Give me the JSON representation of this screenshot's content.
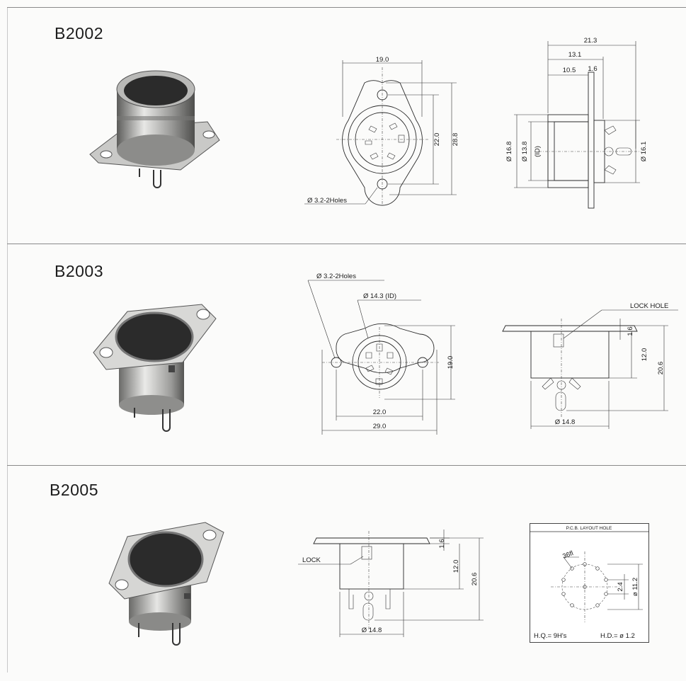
{
  "sections": [
    {
      "model": "B2002",
      "front_view": {
        "width": "19.0",
        "height_inner": "22.0",
        "height_outer": "28.8",
        "hole_callout": "Ø  3.2-2Holes"
      },
      "side_view": {
        "total": "21.3",
        "depth": "13.1",
        "body": "10.5",
        "flange": "1.6",
        "dia_outer": "Ø 16.8",
        "dia_inner": "Ø 13.8",
        "inner_note": "(ID)",
        "dia_right": "Ø 16.1"
      }
    },
    {
      "model": "B2003",
      "front_view": {
        "hole_callout": "Ø  3.2-2Holes",
        "id_callout": "Ø  14.3 (ID)",
        "height": "19.0",
        "hole_pitch": "22.0",
        "width": "29.0"
      },
      "side_view": {
        "lock_label": "LOCK HOLE",
        "flange": "1.6",
        "body": "12.0",
        "total": "20.6",
        "diameter": "Ø 14.8"
      }
    },
    {
      "model": "B2005",
      "side_view": {
        "lock_label": "LOCK",
        "flange": "1.6",
        "body": "12.0",
        "total": "20.6",
        "diameter": "Ø 14.8"
      },
      "pcb_layout": {
        "title": "P.C.B. LAYOUT HOLE",
        "angle": "36fl",
        "pitch": "2.4",
        "circle": "ø 11.2",
        "hq": "H.Q.= 9H's",
        "hd": "H.D.= ø 1.2"
      }
    }
  ],
  "colors": {
    "paper": "#fbfbfa",
    "line": "#2a2a2a",
    "divider": "#8a8a8a",
    "metal_light": "#e4e4e2",
    "metal_dark": "#6e6e6c",
    "insert": "#2b2b2b"
  }
}
